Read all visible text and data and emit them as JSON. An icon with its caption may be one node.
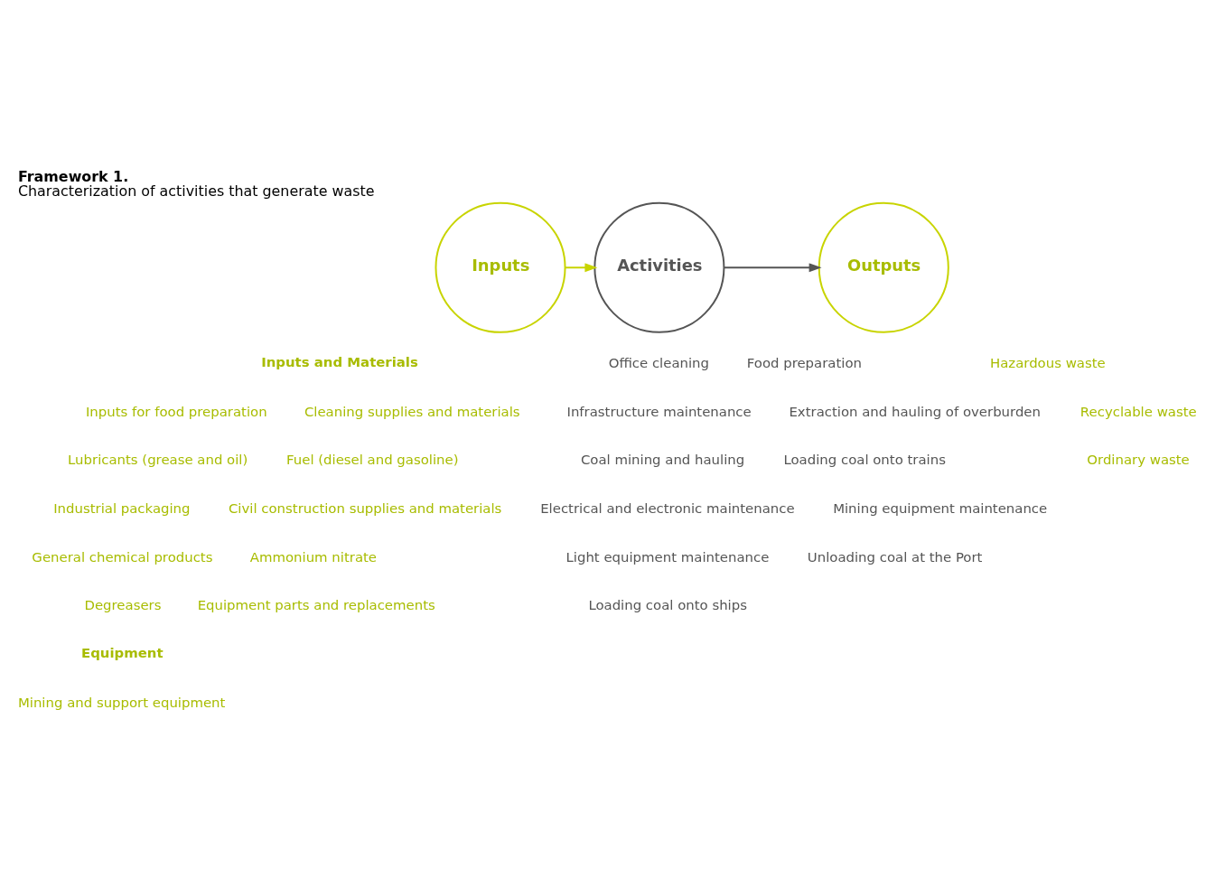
{
  "diagram": {
    "title": "Framework 1.",
    "caption": "Characterization of activities that generate waste",
    "nodes": [
      {
        "text": [
          "Inputs"
        ]
      },
      {
        "text": [
          "Activities"
        ]
      },
      {
        "text": [
          "Outputs"
        ]
      }
    ],
    "edges": [
      {
        "from": 0,
        "to": 1,
        "arrow": "to",
        "color": "#c8d400"
      },
      {
        "from": 1,
        "to": 2,
        "arrow": "to",
        "color": "#555555"
      }
    ],
    "labels": [
      "Inputs and Materials",
      "Inputs for food preparation",
      "Cleaning supplies and materials",
      "Lubricants (grease and oil)",
      "Fuel (diesel and gasoline)",
      "Industrial packaging",
      "Civil construction supplies and materials",
      "General chemical products",
      "Ammonium nitrate",
      "Degreasers",
      "Equipment parts and replacements",
      "Equipment",
      "Mining and support equipment",
      "Office cleaning",
      "Food preparation",
      "Infrastructure maintenance",
      "Extraction and hauling of overburden",
      "Coal mining and hauling",
      "Loading coal onto trains",
      "Electrical and electronic maintenance",
      "Mining equipment maintenance",
      "Light equipment maintenance",
      "Unloading coal at the Port",
      "Loading coal onto ships",
      "Hazardous waste",
      "Recyclable waste",
      "Ordinary waste"
    ]
  }
}
